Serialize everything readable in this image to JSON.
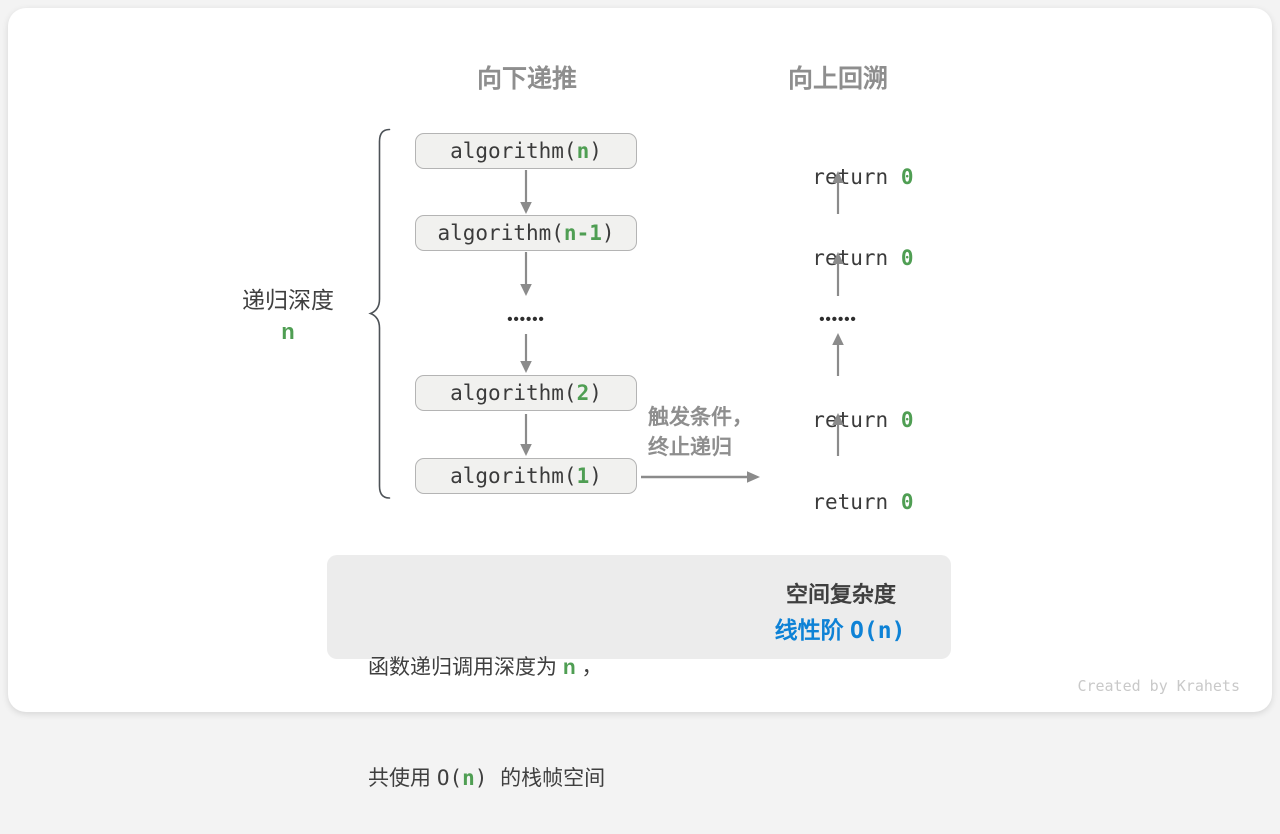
{
  "headers": {
    "descend": "向下递推",
    "backtrack": "向上回溯"
  },
  "call_stack": {
    "boxes": [
      {
        "prefix": "algorithm(",
        "arg": "n",
        "suffix": ")"
      },
      {
        "prefix": "algorithm(",
        "arg": "n-1",
        "suffix": ")"
      },
      {
        "prefix": "algorithm(",
        "arg": "2",
        "suffix": ")"
      },
      {
        "prefix": "algorithm(",
        "arg": "1",
        "suffix": ")"
      }
    ],
    "ellipsis": "••••••"
  },
  "returns": {
    "keyword": "return ",
    "value": "0",
    "ellipsis": "••••••"
  },
  "depth": {
    "label": "递归深度",
    "value": "n"
  },
  "base_case": {
    "line1": "触发条件，",
    "line2": "终止递归"
  },
  "summary": {
    "l1a": "函数递归调用深度为 ",
    "l1b": "n",
    "l1c": " ，",
    "l2a": "共使用 ",
    "l2b": "O(",
    "l2c": "n",
    "l2d": ") ",
    "l2e": "的栈帧空间",
    "title": "空间复杂度",
    "result_label": "线性阶 ",
    "result_value": "O(n)"
  },
  "credit": "Created by Krahets",
  "colors": {
    "green": "#4f9e53",
    "blue": "#0e82d6",
    "gray_label": "#8e8e8e",
    "text": "#3b3b3b",
    "arrow": "#8b8b8b"
  }
}
